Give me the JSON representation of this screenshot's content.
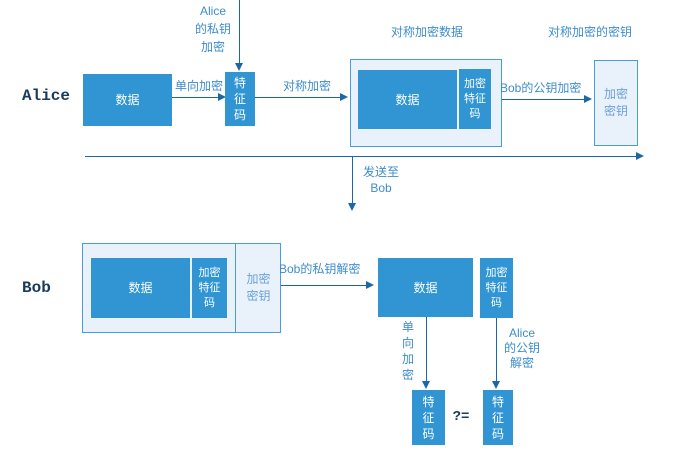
{
  "colors": {
    "box_blue": "#3095d2",
    "light_fill": "#e9f1fa",
    "light_border": "#479ed9",
    "line_blue": "#1c67a5",
    "label_blue": "#3d8ccd",
    "key_text_blue": "#6ba3d6",
    "dark_text": "#1b3a5c"
  },
  "alice": {
    "actor": "Alice",
    "data_box": "数据",
    "oneway_label": "单向加密",
    "digest_box": "特\n征\n码",
    "privkey_note": "Alice\n的私钥\n加密",
    "sym_encrypt_label": "对称加密",
    "sym_data_title": "对称加密数据",
    "sym_data_box": {
      "data": "数据",
      "enc_digest": "加密\n特征\n码"
    },
    "bob_pubkey_label": "Bob的公钥加密",
    "sym_key_title": "对称加密的密钥",
    "enc_key_box": "加密\n密钥"
  },
  "transfer": {
    "send_label": "发送至\nBob"
  },
  "bob": {
    "actor": "Bob",
    "received_box": {
      "data": "数据",
      "enc_digest": "加密\n特征\n码",
      "enc_key": "加密\n密钥"
    },
    "privkey_label": "Bob的私钥解密",
    "data_box": "数据",
    "enc_digest_box": "加密\n特征\n码",
    "oneway_label": "单\n向\n加\n密",
    "alice_pubkey_note": "Alice\n的公钥\n解密",
    "digest_left": "特\n征\n码",
    "digest_right": "特\n征\n码",
    "compare": "?="
  }
}
